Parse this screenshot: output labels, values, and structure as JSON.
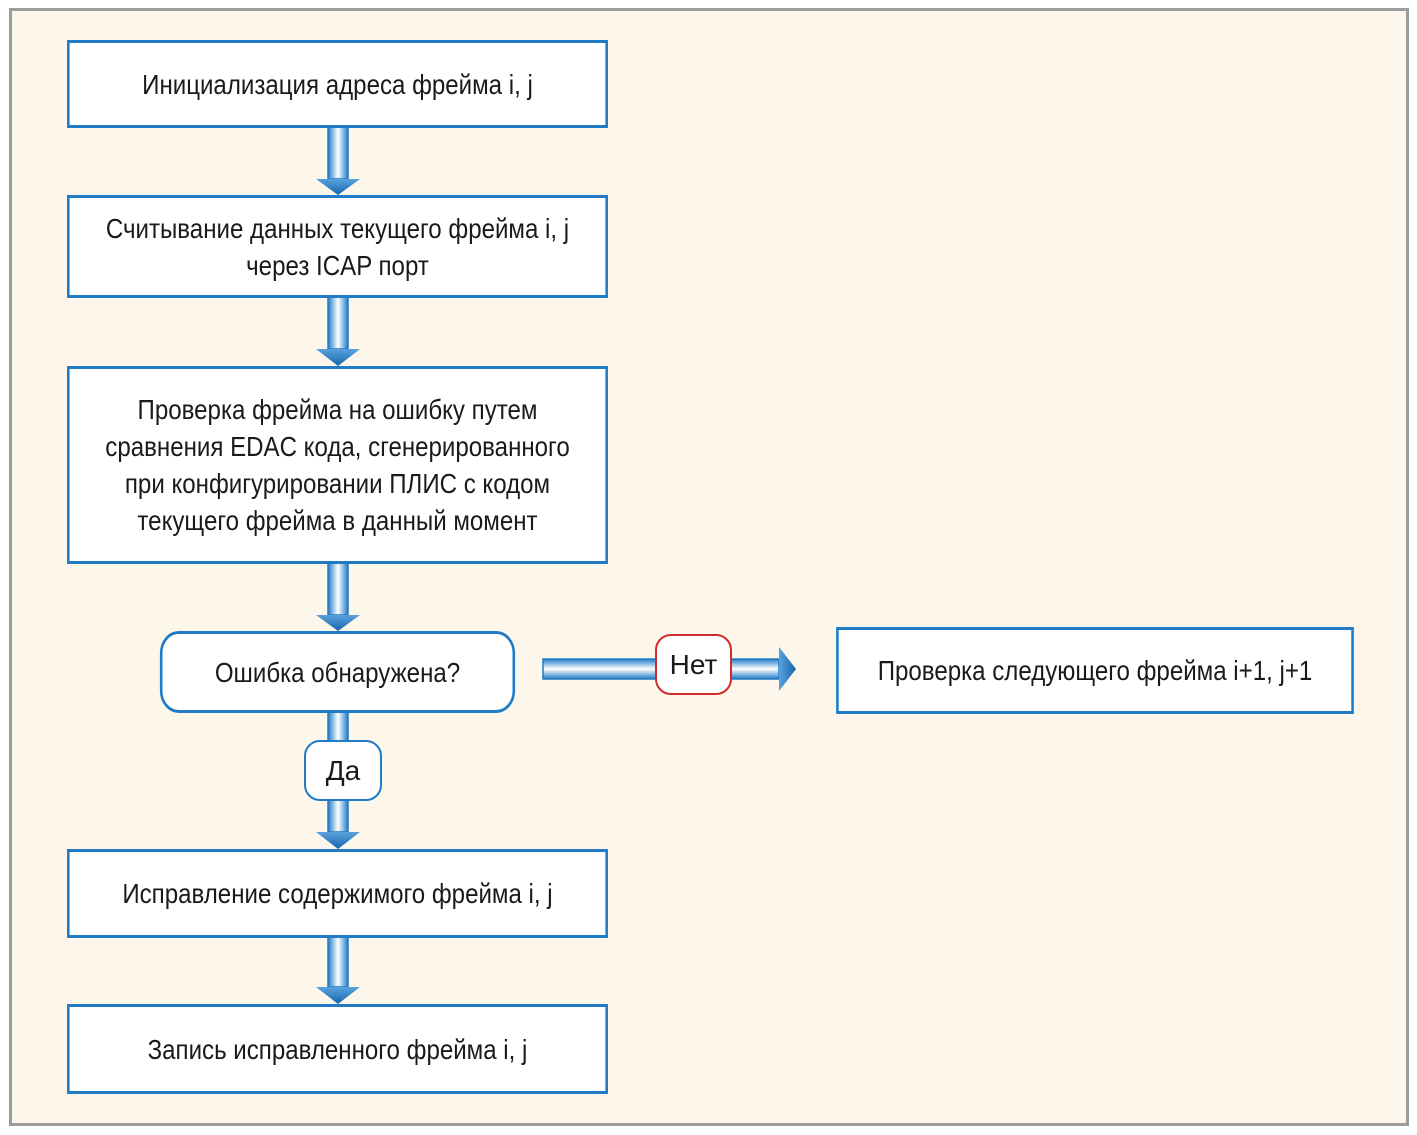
{
  "colors": {
    "background": "#fdf6ea",
    "frame_border": "#9c9c9c",
    "box_border": "#1f7bc6",
    "arrow_dark": "#1f7bc6",
    "arrow_light": "#ffffff",
    "no_label_border": "#d02a2a",
    "yes_label_border": "#1f7bc6"
  },
  "steps": {
    "init": "Инициализация адреса фрейма i, j",
    "read": "Считывание данных текущего фрейма i, j\nчерез ICAP порт",
    "check": "Проверка фрейма на ошибку путем\nсравнения EDAC кода, сгенерированного\nпри конфигурировании ПЛИС с кодом\nтекущего фрейма в данный момент",
    "decision": "Ошибка обнаружена?",
    "next": "Проверка следующего фрейма i+1, j+1",
    "fix": "Исправление содержимого фрейма i, j",
    "write": "Запись исправленного фрейма i, j"
  },
  "labels": {
    "no": "Нет",
    "yes": "Да"
  }
}
